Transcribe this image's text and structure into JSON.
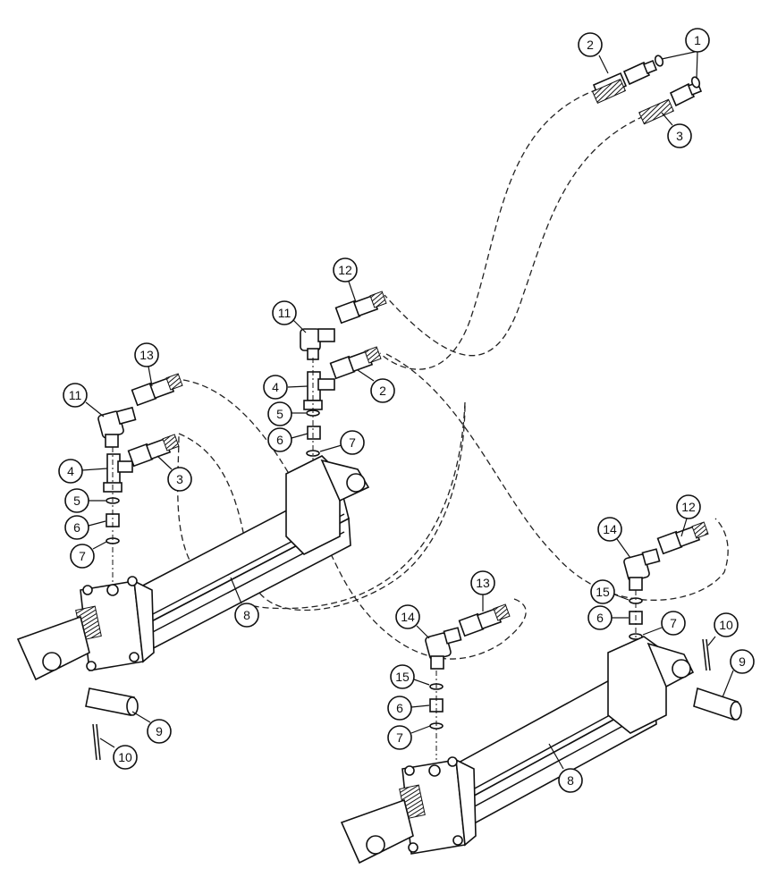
{
  "callouts": {
    "c1": "1",
    "c2a": "2",
    "c2b": "2",
    "c3a": "3",
    "c3b": "3",
    "c4a": "4",
    "c4b": "4",
    "c5a": "5",
    "c5b": "5",
    "c6a": "6",
    "c6b": "6",
    "c6c": "6",
    "c6d": "6",
    "c7a": "7",
    "c7b": "7",
    "c7c": "7",
    "c7d": "7",
    "c8a": "8",
    "c8b": "8",
    "c9a": "9",
    "c9b": "9",
    "c10a": "10",
    "c10b": "10",
    "c11a": "11",
    "c11b": "11",
    "c12a": "12",
    "c12b": "12",
    "c13a": "13",
    "c13b": "13",
    "c14a": "14",
    "c14b": "14",
    "c15a": "15",
    "c15b": "15"
  }
}
